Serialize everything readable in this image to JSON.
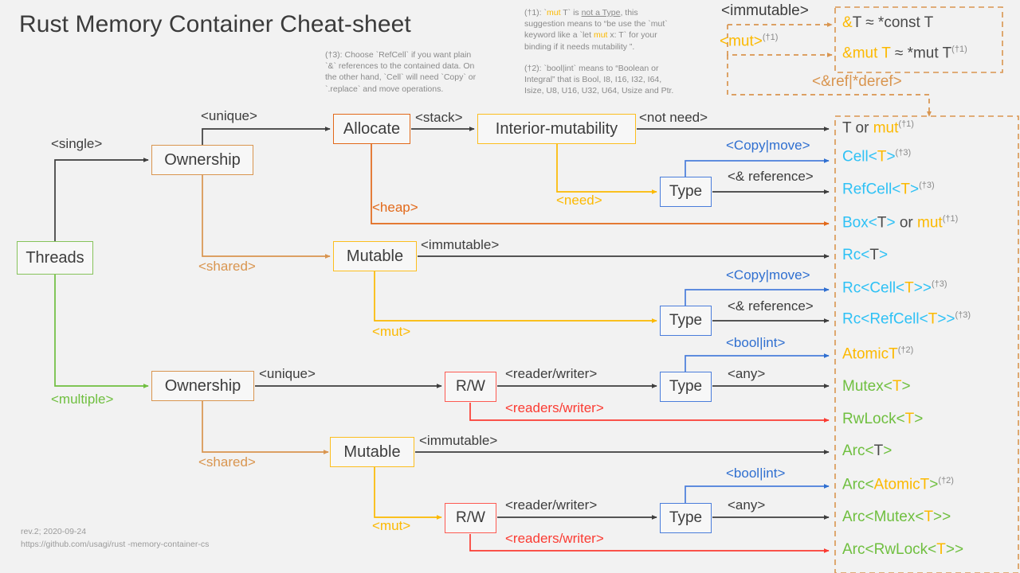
{
  "page": {
    "title": "Rust Memory Container Cheat-sheet",
    "background": "#f2f2f2",
    "footer": "rev.2; 2020-09-24\nhttps://github.com/usagi/rust -memory-container-cs"
  },
  "colors": {
    "green": "#6fbf3f",
    "tan": "#d9954f",
    "orange": "#e2691a",
    "yellow": "#fcb900",
    "blue": "#2f6fd0",
    "red": "#fb3b32",
    "cyan": "#2ec1f5",
    "gray": "#3d3d3d"
  },
  "notes": {
    "note3": {
      "id": "(†3)",
      "text": "(†3): Choose `RefCell` if you want plain `&` references to the contained data. On the other hand, `Cell` will need `Copy` or `.replace` and move operations.",
      "lines": [
        "(†3): Choose `RefCell` if you want plain",
        "`&` references to the contained data. On",
        "the other hand, `Cell` will need `Copy` or",
        "`.replace` and move operations."
      ]
    },
    "note1": {
      "id": "(†1)",
      "text": "(†1): `mut T` is not a Type, this suggestion means to “be use the `mut` keyword like a `let mut x: T` for your binding if it needs mutability ”.",
      "lines": [
        "(†1): `mut T` is not a Type, this",
        "suggestion means to “be use the `mut`",
        "keyword like a `let mut x: T` for your",
        "binding if it needs mutability ”."
      ]
    },
    "note2": {
      "id": "(†2)",
      "text": "(†2): `bool|int` means to “Boolean or Integral” that is Bool, I8, I16, I32, I64, Isize, U8, U16, U32, U64,  Usize and Ptr.",
      "lines": [
        "(†2): `bool|int` means to “Boolean or",
        "Integral” that is Bool, I8, I16, I32, I64,",
        "Isize, U8, U16, U32, U64,  Usize and Ptr."
      ]
    }
  },
  "nodes": {
    "threads": "Threads",
    "ownership_single": "Ownership",
    "allocate": "Allocate",
    "interior_mutability": "Interior-mutability",
    "mutable_single": "Mutable",
    "type_a": "Type",
    "type_b": "Type",
    "ownership_multi": "Ownership",
    "mutable_multi": "Mutable",
    "rw_a": "R/W",
    "rw_b": "R/W",
    "type_c": "Type",
    "type_d": "Type"
  },
  "edge_labels": {
    "single": "<single>",
    "multiple": "<multiple>",
    "unique_1": "<unique>",
    "shared_1": "<shared>",
    "stack": "<stack>",
    "heap": "<heap>",
    "not_need": "<not need>",
    "need": "<need>",
    "copy_move_1": "<Copy|move>",
    "ref_1": "<& reference>",
    "immutable_1": "<immutable>",
    "mut_1": "<mut>",
    "copy_move_2": "<Copy|move>",
    "ref_2": "<& reference>",
    "unique_2": "<unique>",
    "shared_2": "<shared>",
    "reader_writer_1": "<reader/writer>",
    "readers_writer_1": "<readers/writer>",
    "bool_int_1": "<bool|int>",
    "any_1": "<any>",
    "immutable_2": "<immutable>",
    "mut_2": "<mut>",
    "reader_writer_2": "<reader/writer>",
    "readers_writer_2": "<readers/writer>",
    "bool_int_2": "<bool|int>",
    "any_2": "<any>",
    "immutable_top": "<immutable>",
    "mut_top": "<mut>",
    "mut_top_sup": "(†1)",
    "ref_deref": "<&ref|*deref>"
  },
  "ref_box": {
    "row1": {
      "amp": "&",
      "rest": "T ≈ *const T"
    },
    "row2": {
      "amp": "&",
      "mut": "mut",
      "t": " T",
      "rest": " ≈ *mut T",
      "sup": "(†1)"
    }
  },
  "results": [
    {
      "name": "t-or-mut",
      "parts": [
        {
          "t": "T",
          "c": "gray"
        },
        {
          "t": " or ",
          "c": "gray"
        },
        {
          "t": "mut",
          "c": "yellow"
        }
      ],
      "sup": "(†1)"
    },
    {
      "name": "cell-t",
      "parts": [
        {
          "t": "Cell<",
          "c": "cyan"
        },
        {
          "t": "T",
          "c": "yellow"
        },
        {
          "t": ">",
          "c": "cyan"
        }
      ],
      "sup": "(†3)"
    },
    {
      "name": "refcell-t",
      "parts": [
        {
          "t": "RefCell<",
          "c": "cyan"
        },
        {
          "t": "T",
          "c": "yellow"
        },
        {
          "t": ">",
          "c": "cyan"
        }
      ],
      "sup": "(†3)"
    },
    {
      "name": "box-t-or-mut",
      "parts": [
        {
          "t": "Box<",
          "c": "cyan"
        },
        {
          "t": "T",
          "c": "gray"
        },
        {
          "t": ">",
          "c": "cyan"
        },
        {
          "t": " or ",
          "c": "gray"
        },
        {
          "t": "mut",
          "c": "yellow"
        }
      ],
      "sup": "(†1)"
    },
    {
      "name": "rc-t",
      "parts": [
        {
          "t": "Rc<",
          "c": "cyan"
        },
        {
          "t": "T",
          "c": "gray"
        },
        {
          "t": ">",
          "c": "cyan"
        }
      ],
      "sup": ""
    },
    {
      "name": "rc-cell-t",
      "parts": [
        {
          "t": "Rc<Cell<",
          "c": "cyan"
        },
        {
          "t": "T",
          "c": "yellow"
        },
        {
          "t": ">>",
          "c": "cyan"
        }
      ],
      "sup": "(†3)"
    },
    {
      "name": "rc-refcell-t",
      "parts": [
        {
          "t": "Rc<RefCell<",
          "c": "cyan"
        },
        {
          "t": "T",
          "c": "yellow"
        },
        {
          "t": ">>",
          "c": "cyan"
        }
      ],
      "sup": "(†3)"
    },
    {
      "name": "atomic-t",
      "parts": [
        {
          "t": "AtomicT",
          "c": "yellow"
        }
      ],
      "sup": "(†2)"
    },
    {
      "name": "mutex-t",
      "parts": [
        {
          "t": "Mutex<",
          "c": "green"
        },
        {
          "t": "T",
          "c": "yellow"
        },
        {
          "t": ">",
          "c": "green"
        }
      ],
      "sup": ""
    },
    {
      "name": "rwlock-t",
      "parts": [
        {
          "t": "RwLock<",
          "c": "green"
        },
        {
          "t": "T",
          "c": "yellow"
        },
        {
          "t": ">",
          "c": "green"
        }
      ],
      "sup": ""
    },
    {
      "name": "arc-t",
      "parts": [
        {
          "t": "Arc<",
          "c": "green"
        },
        {
          "t": "T",
          "c": "gray"
        },
        {
          "t": ">",
          "c": "green"
        }
      ],
      "sup": ""
    },
    {
      "name": "arc-atomic-t",
      "parts": [
        {
          "t": "Arc<",
          "c": "green"
        },
        {
          "t": "AtomicT",
          "c": "yellow"
        },
        {
          "t": ">",
          "c": "green"
        }
      ],
      "sup": "(†2)"
    },
    {
      "name": "arc-mutex-t",
      "parts": [
        {
          "t": "Arc<Mutex<",
          "c": "green"
        },
        {
          "t": "T",
          "c": "yellow"
        },
        {
          "t": ">>",
          "c": "green"
        }
      ],
      "sup": ""
    },
    {
      "name": "arc-rwlock-t",
      "parts": [
        {
          "t": "Arc<RwLock<",
          "c": "green"
        },
        {
          "t": "T",
          "c": "yellow"
        },
        {
          "t": ">>",
          "c": "green"
        }
      ],
      "sup": ""
    }
  ]
}
